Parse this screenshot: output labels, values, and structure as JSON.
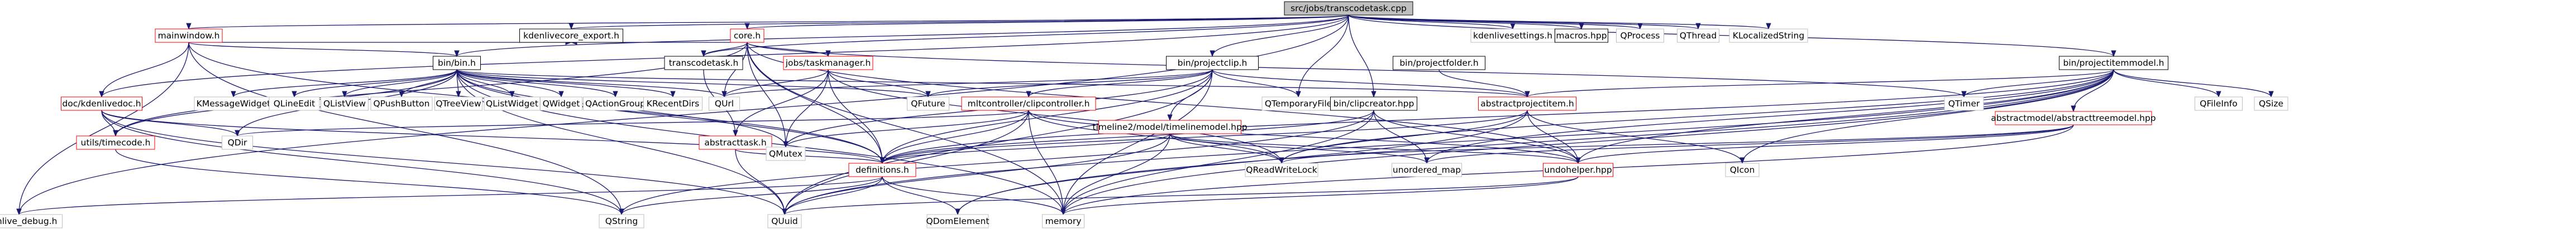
{
  "colors": {
    "background": "#ffffff",
    "root_fill": "#bfbfbf",
    "linked_fill": "#ffffff",
    "linked_border": "#000000",
    "documented_border": "#ff0000",
    "leaf_border": "#bfbfbf",
    "edge_blue": "#191970",
    "edge_dark": "#3a3a5a"
  },
  "nodes": [
    {
      "id": "root",
      "label": "src/jobs/transcodetask.cpp",
      "style": "root"
    },
    {
      "id": "mainwindow",
      "label": "mainwindow.h",
      "style": "documented"
    },
    {
      "id": "core",
      "label": "core.h",
      "style": "documented"
    },
    {
      "id": "kdenlivesettings",
      "label": "kdenlivesettings.h",
      "style": "leaf"
    },
    {
      "id": "macros",
      "label": "macros.hpp",
      "style": "linked"
    },
    {
      "id": "qprocess",
      "label": "QProcess",
      "style": "leaf"
    },
    {
      "id": "qthread",
      "label": "QThread",
      "style": "leaf"
    },
    {
      "id": "klocalizedstring",
      "label": "KLocalizedString",
      "style": "leaf"
    },
    {
      "id": "projectitemmodel",
      "label": "bin/projectitemmodel.h",
      "style": "linked"
    },
    {
      "id": "bin",
      "label": "bin/bin.h",
      "style": "linked"
    },
    {
      "id": "kdenlivecore",
      "label": "kdenlivecore_export.h",
      "style": "linked"
    },
    {
      "id": "transcodetaskh",
      "label": "transcodetask.h",
      "style": "linked"
    },
    {
      "id": "taskmanager",
      "label": "jobs/taskmanager.h",
      "style": "documented"
    },
    {
      "id": "projectclip",
      "label": "bin/projectclip.h",
      "style": "linked"
    },
    {
      "id": "projectfolder",
      "label": "bin/projectfolder.h",
      "style": "linked"
    },
    {
      "id": "docdeprecated",
      "label": "doc/kdenlivedoc.h",
      "style": "documented"
    },
    {
      "id": "kmessagewidget",
      "label": "KMessageWidget",
      "style": "leaf"
    },
    {
      "id": "qlineedit",
      "label": "QLineEdit",
      "style": "leaf"
    },
    {
      "id": "qlistview",
      "label": "QListView",
      "style": "leaf"
    },
    {
      "id": "qpushbutton",
      "label": "QPushButton",
      "style": "leaf"
    },
    {
      "id": "qtreeview",
      "label": "QTreeView",
      "style": "leaf"
    },
    {
      "id": "qlistwidget",
      "label": "QListWidget",
      "style": "leaf"
    },
    {
      "id": "qwidget",
      "label": "QWidget",
      "style": "leaf"
    },
    {
      "id": "qactiongroup",
      "label": "QActionGroup",
      "style": "leaf"
    },
    {
      "id": "krecentdirs",
      "label": "KRecentDirs",
      "style": "leaf"
    },
    {
      "id": "qurl",
      "label": "QUrl",
      "style": "leaf"
    },
    {
      "id": "qfuture",
      "label": "QFuture",
      "style": "leaf"
    },
    {
      "id": "mltcontroller",
      "label": "mltcontroller/clipcontroller.h",
      "style": "documented"
    },
    {
      "id": "timelinemodel",
      "label": "timeline2/model/timelinemodel.hpp",
      "style": "documented"
    },
    {
      "id": "qtemporaryfile",
      "label": "QTemporaryFile",
      "style": "leaf"
    },
    {
      "id": "clipcreator",
      "label": "bin/clipcreator.hpp",
      "style": "linked"
    },
    {
      "id": "abstractprojectitem",
      "label": "abstractprojectitem.h",
      "style": "documented"
    },
    {
      "id": "abstracttreemodel",
      "label": "abstractmodel/abstracttreemodel.hpp",
      "style": "documented"
    },
    {
      "id": "qtimer",
      "label": "QTimer",
      "style": "leaf"
    },
    {
      "id": "qfileinfo",
      "label": "QFileInfo",
      "style": "leaf"
    },
    {
      "id": "qsize",
      "label": "QSize",
      "style": "leaf"
    },
    {
      "id": "timecode",
      "label": "utils/timecode.h",
      "style": "documented"
    },
    {
      "id": "qdir",
      "label": "QDir",
      "style": "leaf"
    },
    {
      "id": "abstracttask",
      "label": "abstracttask.h",
      "style": "documented"
    },
    {
      "id": "qmutex",
      "label": "QMutex",
      "style": "leaf"
    },
    {
      "id": "definitions",
      "label": "definitions.h",
      "style": "documented"
    },
    {
      "id": "qreadwritelock",
      "label": "QReadWriteLock",
      "style": "leaf"
    },
    {
      "id": "unorderedmap",
      "label": "unordered_map",
      "style": "leaf"
    },
    {
      "id": "undohelper",
      "label": "undohelper.hpp",
      "style": "documented"
    },
    {
      "id": "qicon",
      "label": "QIcon",
      "style": "leaf"
    },
    {
      "id": "kdenlivedebug",
      "label": "kdenlive_debug.h",
      "style": "leaf"
    },
    {
      "id": "qstring",
      "label": "QString",
      "style": "leaf"
    },
    {
      "id": "qdomelement",
      "label": "QDomElement",
      "style": "leaf"
    },
    {
      "id": "memory",
      "label": "memory",
      "style": "leaf"
    },
    {
      "id": "quuid",
      "label": "QUuid",
      "style": "leaf"
    }
  ],
  "edges": [
    [
      "root",
      "mainwindow"
    ],
    [
      "root",
      "core"
    ],
    [
      "root",
      "kdenlivesettings"
    ],
    [
      "root",
      "macros"
    ],
    [
      "root",
      "qprocess"
    ],
    [
      "root",
      "qthread"
    ],
    [
      "root",
      "klocalizedstring"
    ],
    [
      "root",
      "projectitemmodel"
    ],
    [
      "root",
      "bin"
    ],
    [
      "root",
      "kdenlivecore"
    ],
    [
      "root",
      "transcodetaskh"
    ],
    [
      "root",
      "kdenlivedebug"
    ],
    [
      "root",
      "projectclip"
    ],
    [
      "root",
      "clipcreator"
    ],
    [
      "root",
      "qtemporaryfile"
    ],
    [
      "root",
      "docdeprecated"
    ],
    [
      "mainwindow",
      "bin"
    ],
    [
      "mainwindow",
      "kdenlivecore"
    ],
    [
      "mainwindow",
      "docdeprecated"
    ],
    [
      "mainwindow",
      "qstring"
    ],
    [
      "mainwindow",
      "kdenlivedebug"
    ],
    [
      "mainwindow",
      "definitions"
    ],
    [
      "core",
      "kdenlivecore"
    ],
    [
      "core",
      "transcodetaskh"
    ],
    [
      "core",
      "taskmanager"
    ],
    [
      "core",
      "qurl"
    ],
    [
      "core",
      "definitions"
    ],
    [
      "core",
      "undohelper"
    ],
    [
      "core",
      "qmutex"
    ],
    [
      "core",
      "memory"
    ],
    [
      "core",
      "qtimer"
    ],
    [
      "core",
      "timecode"
    ],
    [
      "bin",
      "kmessagewidget"
    ],
    [
      "bin",
      "qlineedit"
    ],
    [
      "bin",
      "qlistview"
    ],
    [
      "bin",
      "qpushbutton"
    ],
    [
      "bin",
      "qtreeview"
    ],
    [
      "bin",
      "qlistwidget"
    ],
    [
      "bin",
      "qwidget"
    ],
    [
      "bin",
      "qactiongroup"
    ],
    [
      "bin",
      "krecentdirs"
    ],
    [
      "bin",
      "qurl"
    ],
    [
      "bin",
      "qfuture"
    ],
    [
      "bin",
      "abstractprojectitem"
    ],
    [
      "bin",
      "timecode"
    ],
    [
      "bin",
      "qdir"
    ],
    [
      "bin",
      "qmutex"
    ],
    [
      "bin",
      "definitions"
    ],
    [
      "bin",
      "quuid"
    ],
    [
      "bin",
      "memory"
    ],
    [
      "transcodetaskh",
      "abstracttask"
    ],
    [
      "taskmanager",
      "abstracttask"
    ],
    [
      "taskmanager",
      "qfuture"
    ],
    [
      "taskmanager",
      "qmutex"
    ],
    [
      "taskmanager",
      "definitions"
    ],
    [
      "taskmanager",
      "qreadwritelock"
    ],
    [
      "taskmanager",
      "qurl"
    ],
    [
      "abstracttask",
      "qmutex"
    ],
    [
      "abstracttask",
      "definitions"
    ],
    [
      "abstracttask",
      "quuid"
    ],
    [
      "docdeprecated",
      "timecode"
    ],
    [
      "docdeprecated",
      "qdir"
    ],
    [
      "docdeprecated",
      "definitions"
    ],
    [
      "docdeprecated",
      "quuid"
    ],
    [
      "docdeprecated",
      "qstring"
    ],
    [
      "timecode",
      "qstring"
    ],
    [
      "projectclip",
      "mltcontroller"
    ],
    [
      "projectclip",
      "timelinemodel"
    ],
    [
      "projectclip",
      "abstractprojectitem"
    ],
    [
      "projectclip",
      "qfuture"
    ],
    [
      "projectclip",
      "qtemporaryfile"
    ],
    [
      "projectclip",
      "definitions"
    ],
    [
      "projectclip",
      "qmutex"
    ],
    [
      "projectclip",
      "qurl"
    ],
    [
      "projectclip",
      "memory"
    ],
    [
      "projectclip",
      "quuid"
    ],
    [
      "projectfolder",
      "abstractprojectitem"
    ],
    [
      "mltcontroller",
      "definitions"
    ],
    [
      "mltcontroller",
      "undohelper"
    ],
    [
      "mltcontroller",
      "qmutex"
    ],
    [
      "mltcontroller",
      "qreadwritelock"
    ],
    [
      "mltcontroller",
      "quuid"
    ],
    [
      "mltcontroller",
      "memory"
    ],
    [
      "mltcontroller",
      "qdir"
    ],
    [
      "timelinemodel",
      "definitions"
    ],
    [
      "timelinemodel",
      "undohelper"
    ],
    [
      "timelinemodel",
      "qreadwritelock"
    ],
    [
      "timelinemodel",
      "unorderedmap"
    ],
    [
      "timelinemodel",
      "quuid"
    ],
    [
      "timelinemodel",
      "memory"
    ],
    [
      "clipcreator",
      "definitions"
    ],
    [
      "clipcreator",
      "undohelper"
    ],
    [
      "clipcreator",
      "unorderedmap"
    ],
    [
      "clipcreator",
      "qstring"
    ],
    [
      "clipcreator",
      "memory"
    ],
    [
      "abstractprojectitem",
      "undohelper"
    ],
    [
      "abstractprojectitem",
      "qicon"
    ],
    [
      "abstractprojectitem",
      "qreadwritelock"
    ],
    [
      "abstractprojectitem",
      "definitions"
    ],
    [
      "abstractprojectitem",
      "qdomelement"
    ],
    [
      "projectitemmodel",
      "abstracttreemodel"
    ],
    [
      "projectitemmodel",
      "undohelper"
    ],
    [
      "projectitemmodel",
      "qtimer"
    ],
    [
      "projectitemmodel",
      "qfileinfo"
    ],
    [
      "projectitemmodel",
      "qsize"
    ],
    [
      "projectitemmodel",
      "qreadwritelock"
    ],
    [
      "projectitemmodel",
      "unorderedmap"
    ],
    [
      "projectitemmodel",
      "qicon"
    ],
    [
      "projectitemmodel",
      "definitions"
    ],
    [
      "projectitemmodel",
      "memory"
    ],
    [
      "projectitemmodel",
      "quuid"
    ],
    [
      "projectitemmodel",
      "abstractprojectitem"
    ],
    [
      "projectitemmodel",
      "qdomelement"
    ],
    [
      "abstracttreemodel",
      "undohelper"
    ],
    [
      "abstracttreemodel",
      "unorderedmap"
    ],
    [
      "abstracttreemodel",
      "memory"
    ],
    [
      "abstracttreemodel",
      "qreadwritelock"
    ],
    [
      "definitions",
      "kdenlivedebug"
    ],
    [
      "definitions",
      "qstring"
    ],
    [
      "definitions",
      "quuid"
    ],
    [
      "definitions",
      "qdomelement"
    ],
    [
      "definitions",
      "memory"
    ],
    [
      "undohelper",
      "quuid"
    ],
    [
      "undohelper",
      "memory"
    ]
  ]
}
